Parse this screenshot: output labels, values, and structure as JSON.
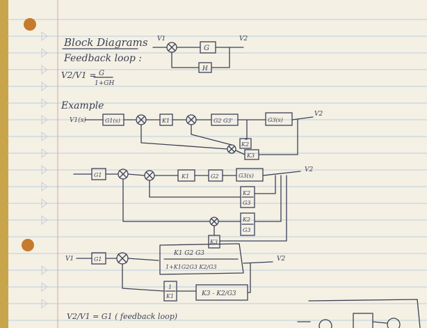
{
  "title": "Block Diagrams",
  "subtitle": "Feedback loop :",
  "formula_lhs": "V2/V1 =",
  "formula_num": "G",
  "formula_den": "1+GH",
  "top_diagram": {
    "input": "V1",
    "output": "V2",
    "forward": "G",
    "feedback": "H"
  },
  "example_label": "Example",
  "diagram1": {
    "input": "V1(s)",
    "output": "V2",
    "g1": "G1(s)",
    "k1": "K1",
    "g2": "G2 G3'",
    "g3": "G3(s)",
    "fb1": "K2",
    "fb2": "K3"
  },
  "diagram2": {
    "output": "V2",
    "g1": "G1",
    "k1": "K1",
    "g2": "G2",
    "g3": "G3(s)",
    "fb1_num": "K2",
    "fb1_den": "G3",
    "fb2_num": "K2",
    "fb2_den": "G3",
    "fb3": "K3"
  },
  "diagram3": {
    "input": "V1",
    "output": "V2",
    "g1": "G1",
    "tf_num": "K1 G2 G3",
    "tf_den": "1+K1G2G3 K2/G3",
    "fb_box1_num": "1",
    "fb_box1_den": "K1",
    "fb_box2": "K3 - K2/G3"
  },
  "bottom_line": "V2/V1 = G1 ( feedback loop)"
}
